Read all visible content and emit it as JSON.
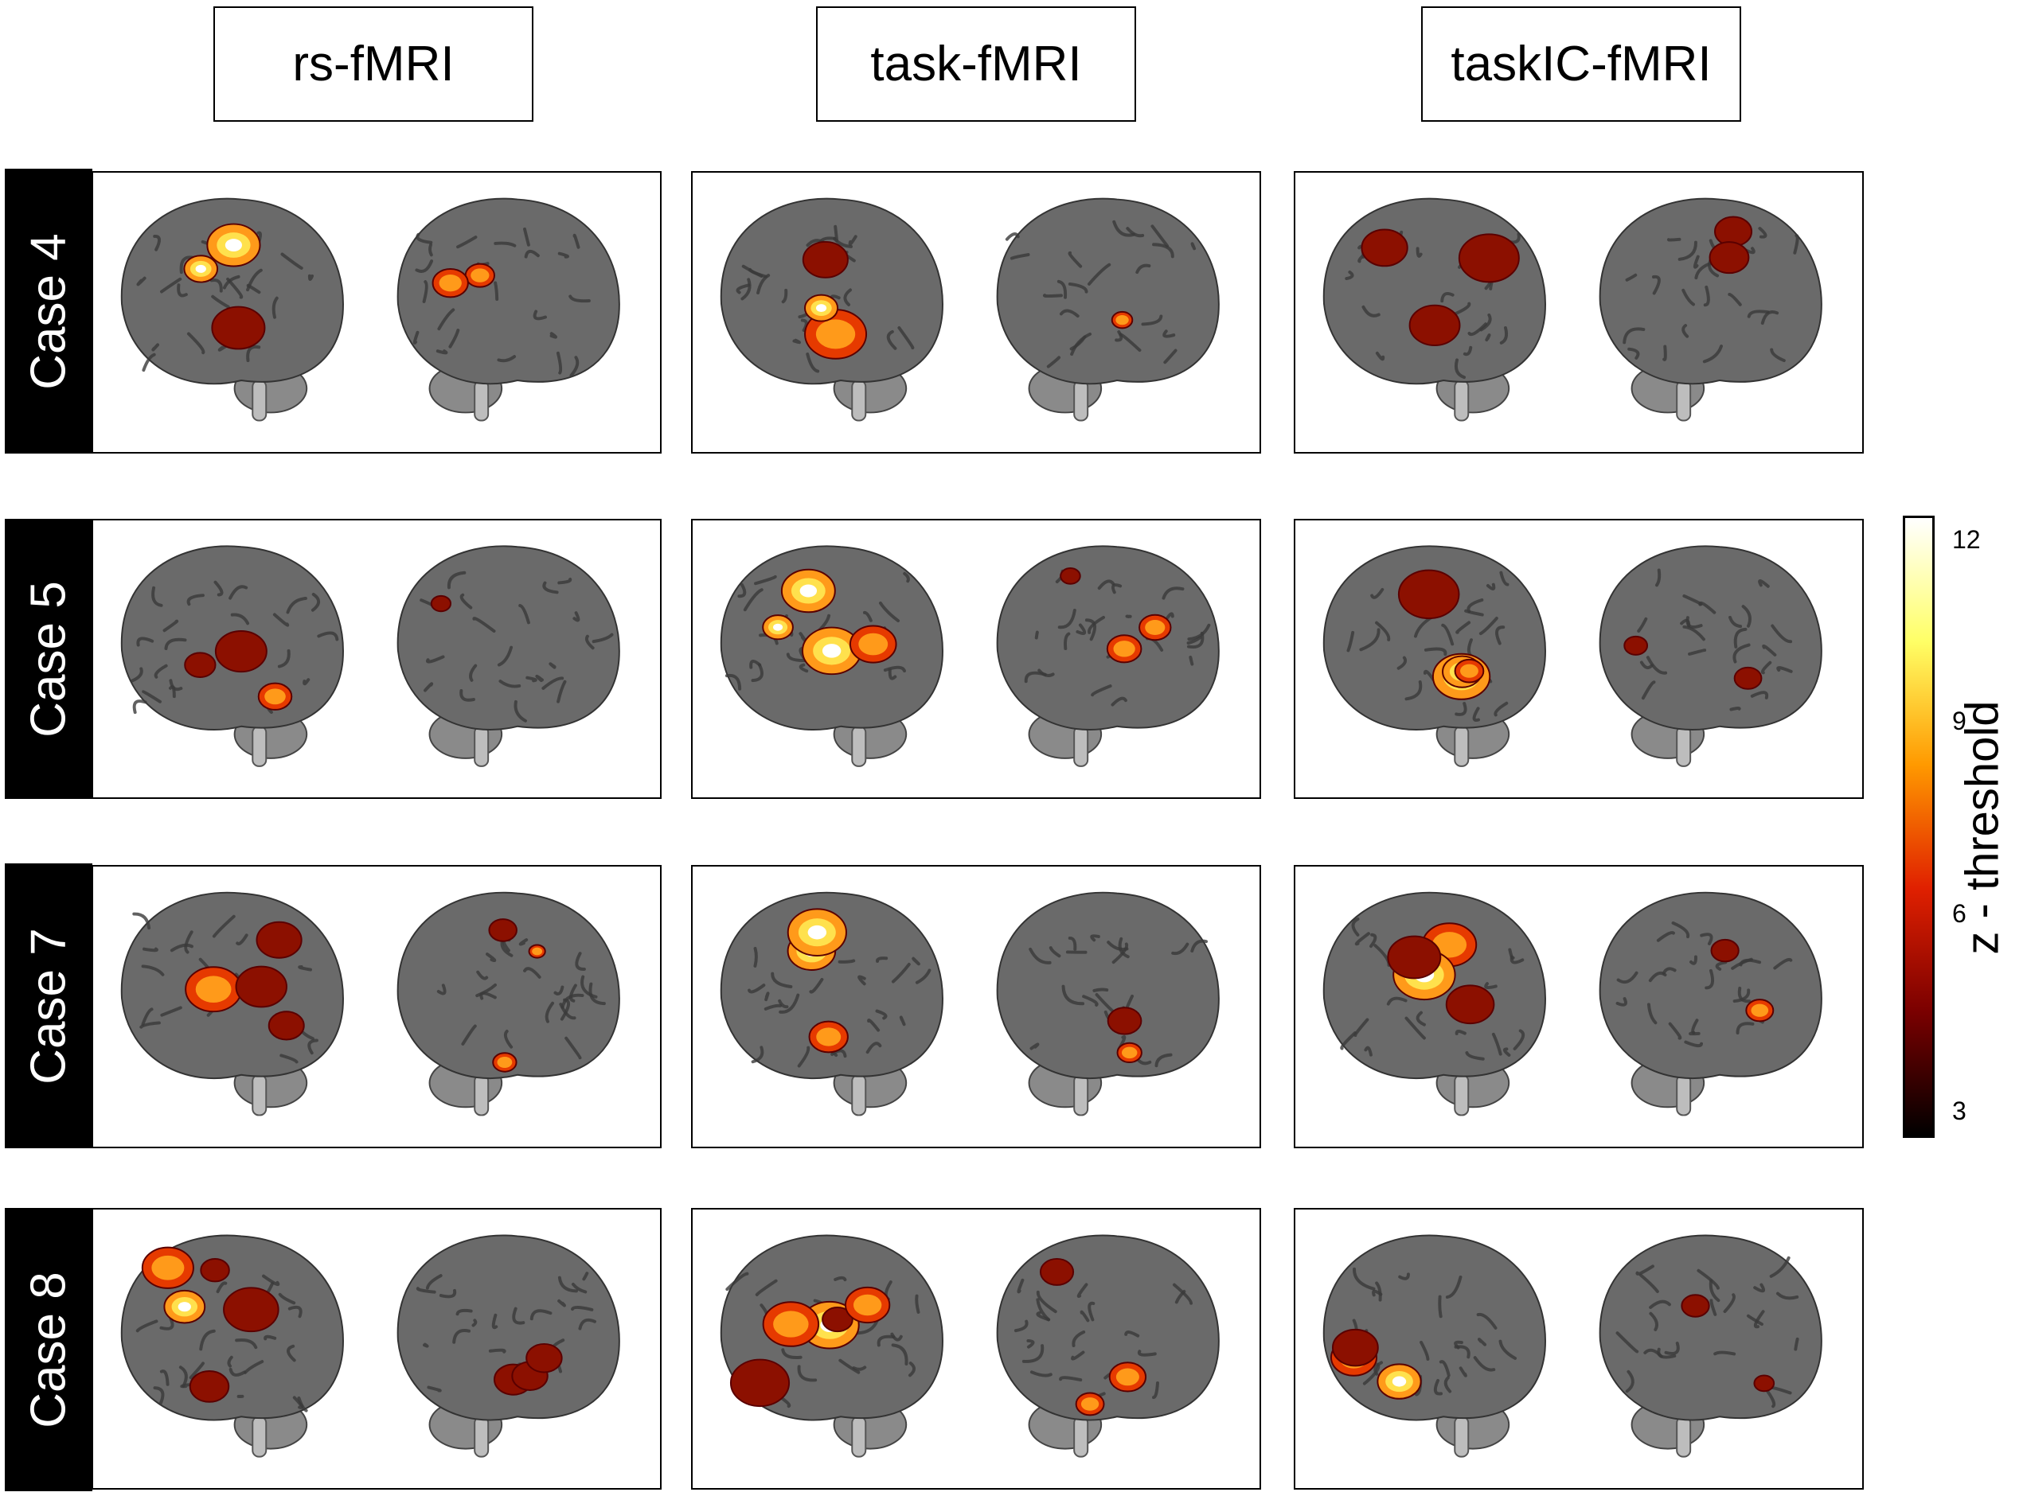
{
  "columns": [
    "rs-fMRI",
    "task-fMRI",
    "taskIC-fMRI"
  ],
  "rows": [
    {
      "label": "Case 4"
    },
    {
      "label": "Case 5"
    },
    {
      "label": "Case 7"
    },
    {
      "label": "Case 8"
    }
  ],
  "colorbar": {
    "label": "z - threshold",
    "ticks": [
      "12",
      "9",
      "6",
      "3"
    ],
    "colors": [
      "#ffffff",
      "#ffff66",
      "#ff9900",
      "#e02000",
      "#7a0000",
      "#000000"
    ]
  },
  "brain": {
    "surface_color": "#6a6a6a",
    "sulcus_color": "#3a3a3a",
    "cerebellum_color": "#8a8a8a",
    "activation_colors": [
      "#ffffff",
      "#ffe14d",
      "#ff9a1a",
      "#e63a00",
      "#8c1000"
    ]
  }
}
